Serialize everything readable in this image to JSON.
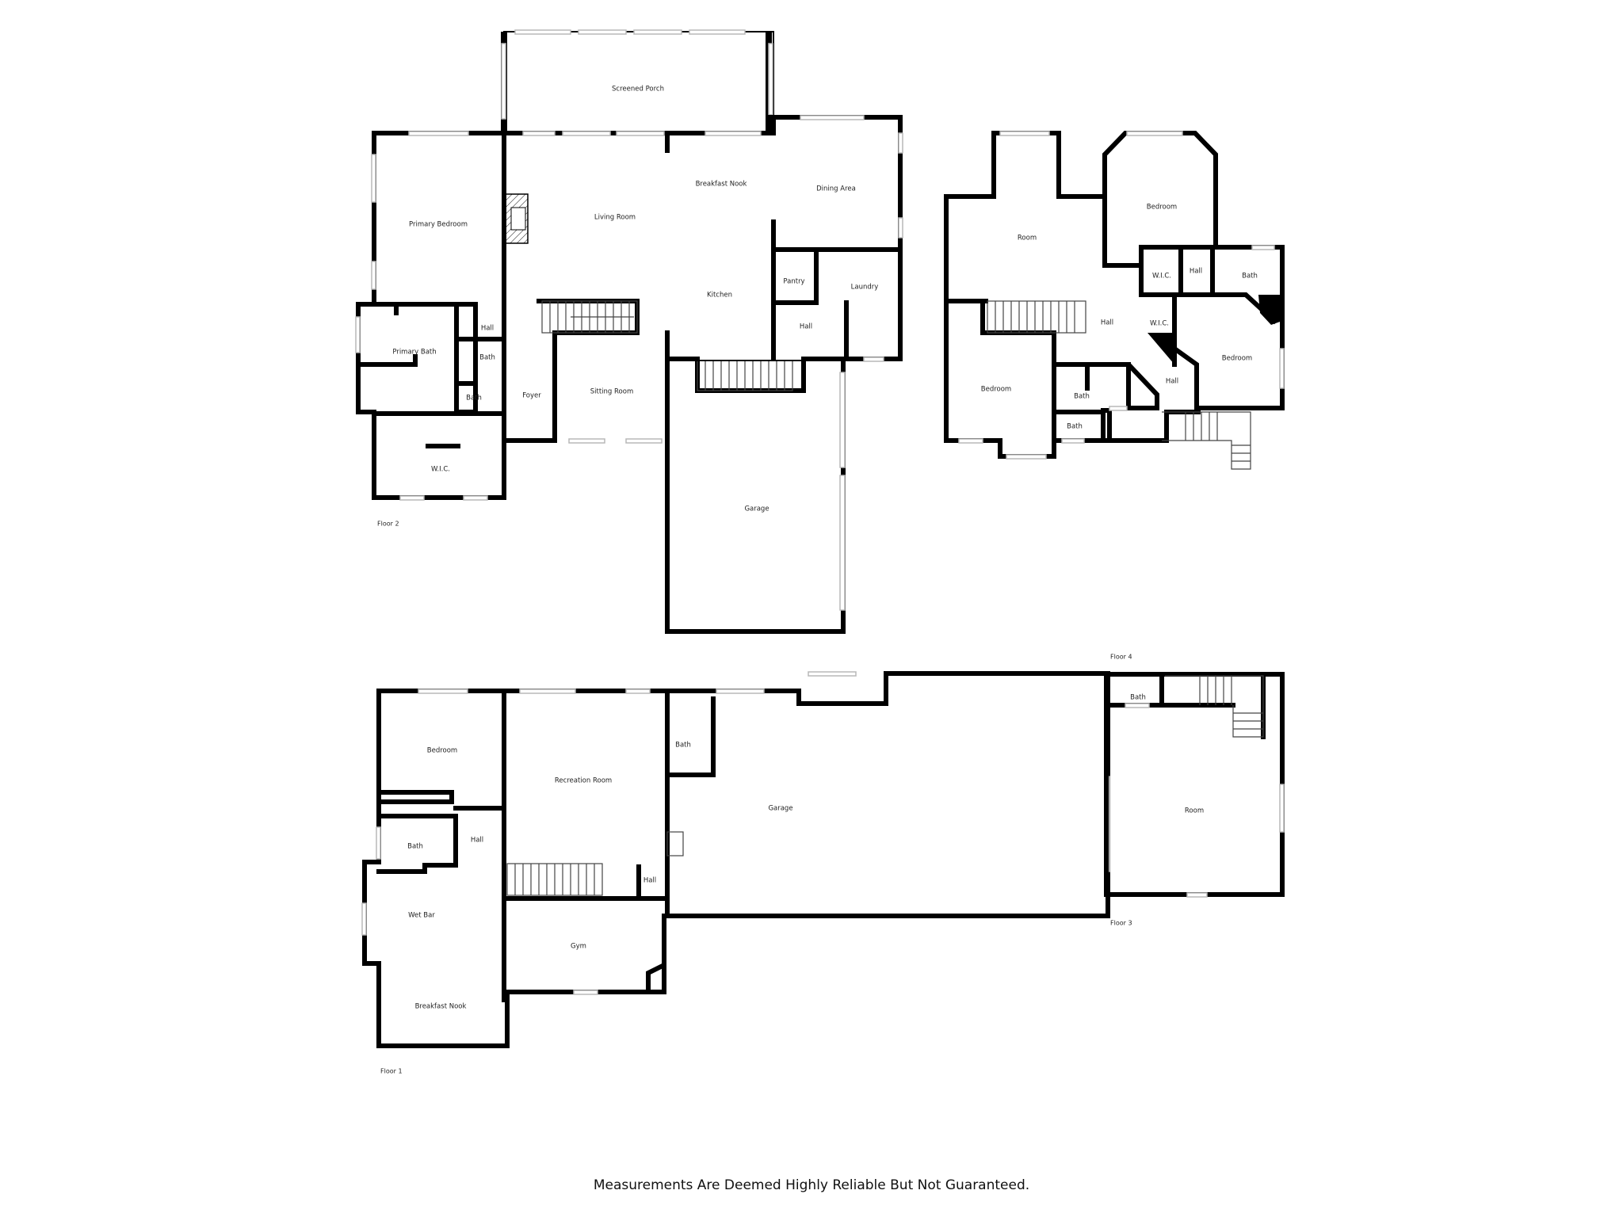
{
  "floors": [
    {
      "label": "Floor 2",
      "rooms": [
        {
          "id": "screened-porch",
          "label": "Screened Porch"
        },
        {
          "id": "primary-bedroom",
          "label": "Primary Bedroom"
        },
        {
          "id": "living-room",
          "label": "Living Room"
        },
        {
          "id": "breakfast-nook",
          "label": "Breakfast Nook"
        },
        {
          "id": "dining-area",
          "label": "Dining Area"
        },
        {
          "id": "pantry",
          "label": "Pantry"
        },
        {
          "id": "laundry",
          "label": "Laundry"
        },
        {
          "id": "kitchen",
          "label": "Kitchen"
        },
        {
          "id": "hall-a",
          "label": "Hall"
        },
        {
          "id": "hall-b",
          "label": "Hall"
        },
        {
          "id": "primary-bath",
          "label": "Primary Bath"
        },
        {
          "id": "bath-a",
          "label": "Bath"
        },
        {
          "id": "bath-b",
          "label": "Bath"
        },
        {
          "id": "foyer",
          "label": "Foyer"
        },
        {
          "id": "sitting-room",
          "label": "Sitting Room"
        },
        {
          "id": "wic",
          "label": "W.I.C."
        },
        {
          "id": "garage",
          "label": "Garage"
        }
      ]
    },
    {
      "label": "Floor 4",
      "rooms": [
        {
          "id": "room",
          "label": "Room"
        },
        {
          "id": "bedroom-a",
          "label": "Bedroom"
        },
        {
          "id": "wic-a",
          "label": "W.I.C."
        },
        {
          "id": "hall-a",
          "label": "Hall"
        },
        {
          "id": "bath-a",
          "label": "Bath"
        },
        {
          "id": "hall-b",
          "label": "Hall"
        },
        {
          "id": "wic-b",
          "label": "W.I.C."
        },
        {
          "id": "bedroom-b",
          "label": "Bedroom"
        },
        {
          "id": "bedroom-c",
          "label": "Bedroom"
        },
        {
          "id": "hall-c",
          "label": "Hall"
        },
        {
          "id": "bath-b",
          "label": "Bath"
        },
        {
          "id": "bath-c",
          "label": "Bath"
        }
      ]
    },
    {
      "label": "Floor 1",
      "rooms": [
        {
          "id": "bedroom",
          "label": "Bedroom"
        },
        {
          "id": "recreation-room",
          "label": "Recreation Room"
        },
        {
          "id": "bath-a",
          "label": "Bath"
        },
        {
          "id": "garage",
          "label": "Garage"
        },
        {
          "id": "bath-b",
          "label": "Bath"
        },
        {
          "id": "hall-a",
          "label": "Hall"
        },
        {
          "id": "hall-b",
          "label": "Hall"
        },
        {
          "id": "wet-bar",
          "label": "Wet Bar"
        },
        {
          "id": "gym",
          "label": "Gym"
        },
        {
          "id": "breakfast-nook",
          "label": "Breakfast Nook"
        }
      ]
    },
    {
      "label": "Floor 3",
      "rooms": [
        {
          "id": "bath",
          "label": "Bath"
        },
        {
          "id": "room",
          "label": "Room"
        }
      ]
    }
  ],
  "disclaimer": "Measurements Are Deemed Highly Reliable But Not Guaranteed."
}
